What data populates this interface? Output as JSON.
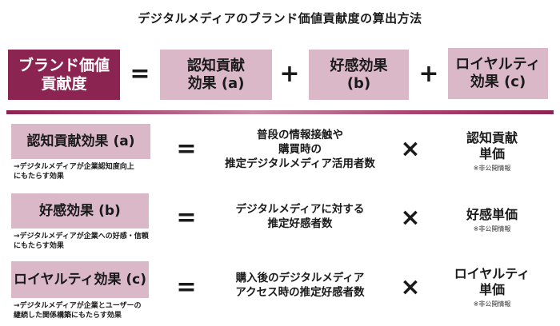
{
  "title": "デジタルメディアのブランド価値貢献度の算出方法",
  "colors": {
    "accent_dark": "#8c2452",
    "accent_pink": "#dbb8c8"
  },
  "formula": {
    "result": {
      "line1": "ブランド価値",
      "line2": "貢献度"
    },
    "equals": "=",
    "terms": [
      {
        "line1": "認知貢献",
        "line2": "効果 (a)"
      },
      {
        "line1": "好感効果",
        "line2": "(b)"
      },
      {
        "line1": "ロイヤルティ",
        "line2": "効果 (c)"
      }
    ],
    "plus": "+"
  },
  "rows": [
    {
      "label": "認知貢献効果 (a)",
      "note_line1": "→デジタルメディアが企業認知度向上",
      "note_line2": "にもたらす効果",
      "equals": "=",
      "mid_line1": "普段の情報接触や",
      "mid_line2": "購買時の",
      "mid_line3": "推定デジタルメディア活用者数",
      "times": "×",
      "unit_line1": "認知貢献",
      "unit_line2": "単価",
      "private": "※非公開情報"
    },
    {
      "label": "好感効果 (b)",
      "note_line1": "→デジタルメディアが企業への好感・信頼",
      "note_line2": "にもたらす効果",
      "equals": "=",
      "mid_line1": "デジタルメディアに対する",
      "mid_line2": "推定好感者数",
      "times": "×",
      "unit_line1": "好感単価",
      "private": "※非公開情報"
    },
    {
      "label": "ロイヤルティ効果 (c)",
      "note_line1": "→デジタルメディアが企業とユーザーの",
      "note_line2": "継続した関係構築にもたらす効果",
      "equals": "=",
      "mid_line1": "購入後のデジタルメディア",
      "mid_line2": "アクセス時の推定好感者数",
      "times": "×",
      "unit_line1": "ロイヤルティ",
      "unit_line2": "単価",
      "private": "※非公開情報"
    }
  ]
}
